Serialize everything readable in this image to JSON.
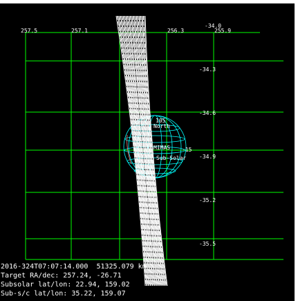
{
  "view": {
    "background_color": "#000000",
    "grid_color": "#00ff00",
    "label_color": "#ffffff"
  },
  "grid": {
    "ra_labels": [
      "257.5",
      "257.1",
      "256.3",
      "255.9"
    ],
    "dec_labels": [
      "-34.0",
      "-34.3",
      "-34.6",
      "-34.9",
      "-35.2",
      "-35.5"
    ]
  },
  "planet": {
    "wire_color": "#00ffff",
    "terminator_color": "#ff8080",
    "labels": {
      "north": "North",
      "lat_mark_top": "105",
      "lat_mark_side": "-15",
      "mimas": "MIMAS",
      "sub_solar": "Sub-Solar"
    }
  },
  "ring_swath": {
    "color": "#ffffff"
  },
  "info": {
    "line1": "2016-324T07:07:14.000  51325.079 km",
    "line2": "Target RA/dec: 257.24, -26.71",
    "line3": "Subsolar lat/lon: 22.94, 159.02",
    "line4": "Sub-s/c lat/lon: 35.22, 159.07"
  }
}
